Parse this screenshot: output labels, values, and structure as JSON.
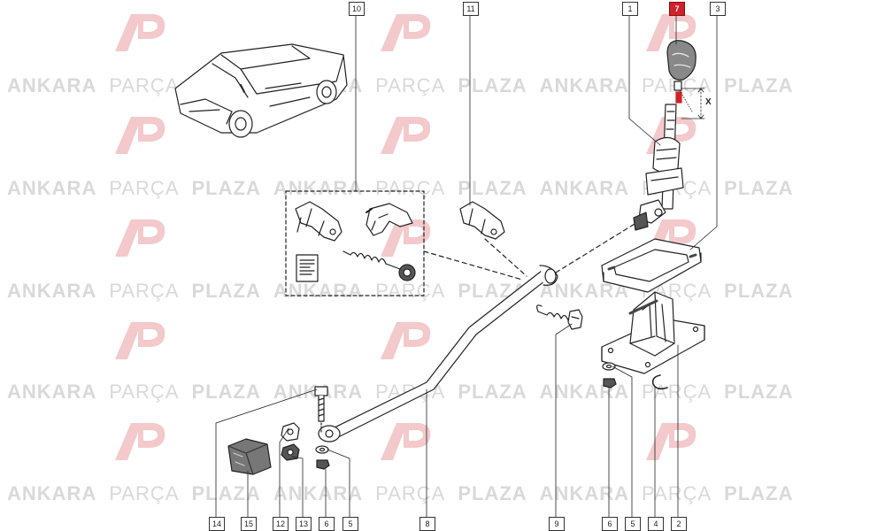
{
  "watermark": {
    "word1": "ANKARA",
    "word2": "PARÇA",
    "word3": "PLAZA",
    "color": "#d9d9d9",
    "logo_color": "#f3c9cb"
  },
  "callouts": [
    {
      "id": "c10",
      "label": "10"
    },
    {
      "id": "c11",
      "label": "11"
    },
    {
      "id": "c1",
      "label": "1"
    },
    {
      "id": "c7",
      "label": "7",
      "highlighted": true
    },
    {
      "id": "c3",
      "label": "3"
    },
    {
      "id": "c14",
      "label": "14"
    },
    {
      "id": "c15",
      "label": "15"
    },
    {
      "id": "c12",
      "label": "12"
    },
    {
      "id": "c13",
      "label": "13"
    },
    {
      "id": "c6a",
      "label": "6"
    },
    {
      "id": "c5a",
      "label": "5"
    },
    {
      "id": "c8",
      "label": "8"
    },
    {
      "id": "c9",
      "label": "9"
    },
    {
      "id": "c6b",
      "label": "6"
    },
    {
      "id": "c5b",
      "label": "5"
    },
    {
      "id": "c4",
      "label": "4"
    },
    {
      "id": "c2",
      "label": "2"
    }
  ],
  "dimension_label": "X",
  "colors": {
    "line": "#222222",
    "highlight": "#d0222a",
    "part_fill": "#ffffff",
    "dark_fill": "#555555"
  }
}
